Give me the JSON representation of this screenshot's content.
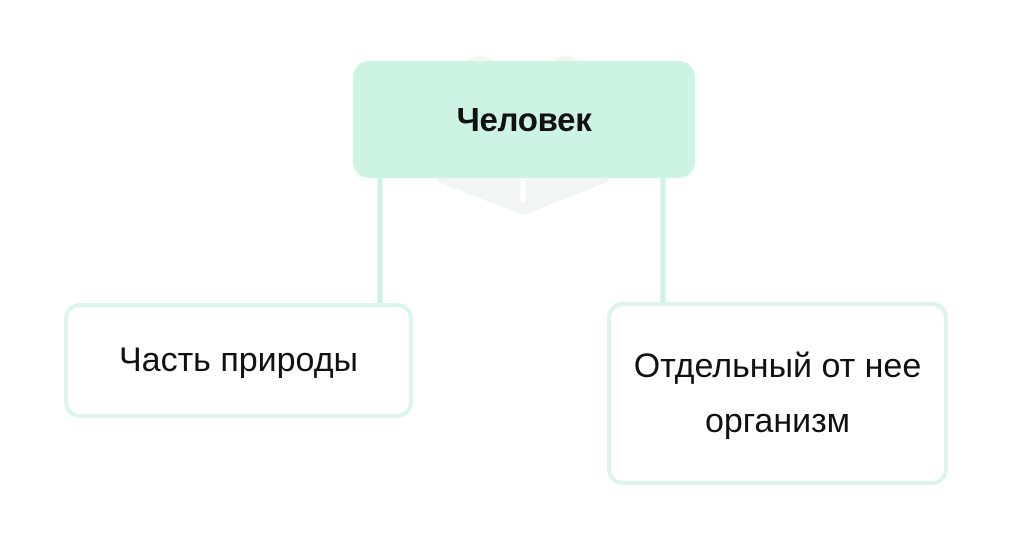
{
  "diagram": {
    "root": {
      "label": "Человек"
    },
    "children": [
      {
        "label": "Часть природы"
      },
      {
        "label": "Отдельный от нее организм"
      }
    ]
  },
  "colors": {
    "root_fill": "#cdf3e2",
    "child_border": "#dcf5ea",
    "connector": "#cdf3e2",
    "watermark": "#7fa894",
    "text": "#111111"
  },
  "icons": {
    "watermark": "bear-with-glasses-shield-icon"
  }
}
